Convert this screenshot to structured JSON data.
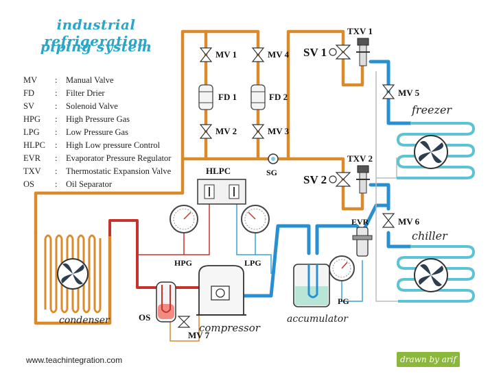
{
  "title": {
    "line1": "industrial refrigeration",
    "line2": "piping system"
  },
  "legend": [
    {
      "abbr": "MV",
      "desc": "Manual Valve"
    },
    {
      "abbr": "FD",
      "desc": "Filter Drier"
    },
    {
      "abbr": "SV",
      "desc": "Solenoid Valve"
    },
    {
      "abbr": "HPG",
      "desc": "High Pressure Gas"
    },
    {
      "abbr": "LPG",
      "desc": "Low Pressure Gas"
    },
    {
      "abbr": "HLPC",
      "desc": "High Low pressure Control"
    },
    {
      "abbr": "EVR",
      "desc": "Evaporator Pressure Regulator"
    },
    {
      "abbr": "TXV",
      "desc": "Thermostatic Expansion Valve"
    },
    {
      "abbr": "OS",
      "desc": "Oil Separator"
    }
  ],
  "legend_separator": ":",
  "labels": {
    "mv1": "MV 1",
    "mv2": "MV 2",
    "mv3": "MV 3",
    "mv4": "MV 4",
    "mv5": "MV 5",
    "mv6": "MV 6",
    "mv7": "MV 7",
    "fd1": "FD 1",
    "fd2": "FD 2",
    "sg": "SG",
    "sv1": "SV 1",
    "sv2": "SV 2",
    "txv1": "TXV 1",
    "txv2": "TXV 2",
    "hlpc": "HLPC",
    "hpg": "HPG",
    "lpg": "LPG",
    "evr": "EVR",
    "pg": "PG",
    "os": "OS",
    "freezer": "freezer",
    "chiller": "chiller",
    "condenser": "condenser",
    "compressor": "compressor",
    "accumulator": "accumulator"
  },
  "footer": {
    "website": "www.teachintegration.com",
    "credit": "drawn by arif"
  },
  "colors": {
    "liquid_line": "#d98a2b",
    "suction_line": "#2a8fd0",
    "discharge_line": "#c8322c",
    "gauge_line": "#3aa0d8",
    "title": "#2aa6c8",
    "evaporator": "#5bc3d3",
    "badge": "#8bb83a"
  }
}
